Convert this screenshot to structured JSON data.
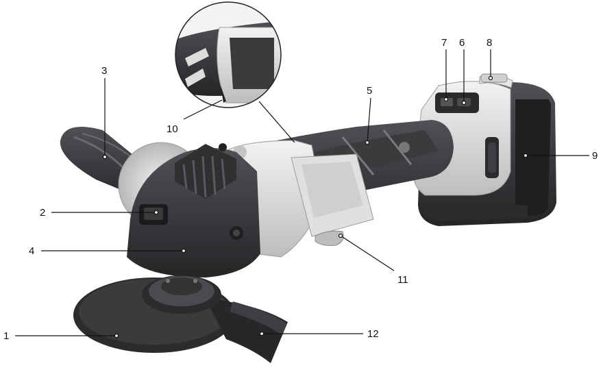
{
  "callouts": [
    {
      "number": "1"
    },
    {
      "number": "2"
    },
    {
      "number": "3"
    },
    {
      "number": "4"
    },
    {
      "number": "5"
    },
    {
      "number": "6"
    },
    {
      "number": "7"
    },
    {
      "number": "8"
    },
    {
      "number": "9"
    },
    {
      "number": "10"
    },
    {
      "number": "11"
    },
    {
      "number": "12"
    }
  ],
  "colors": {
    "body_dark": "#3a3b3d",
    "body_mid": "#5a5b5e",
    "body_light": "#d9d9d9",
    "accent_grey": "#bdbdbd",
    "line": "#111111"
  }
}
